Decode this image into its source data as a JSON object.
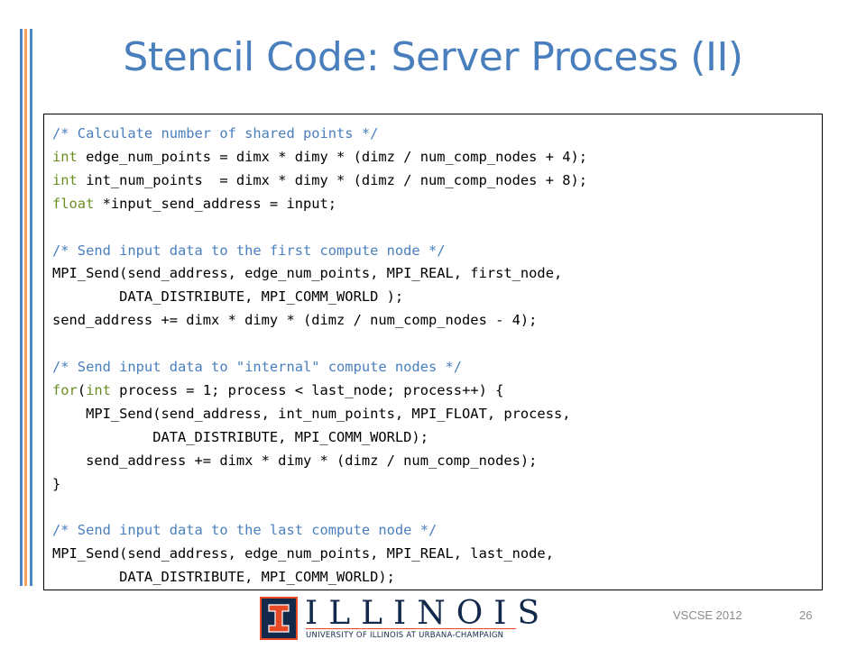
{
  "slide": {
    "title": "Stencil Code: Server Process (II)",
    "code_lines": [
      [
        {
          "t": "/* Calculate number of shared points */",
          "k": "comment"
        }
      ],
      [
        {
          "t": "int",
          "k": "keyword"
        },
        {
          "t": " edge_num_points = dimx * dimy * (dimz / num_comp_nodes + 4);",
          "k": "plain"
        }
      ],
      [
        {
          "t": "int",
          "k": "keyword"
        },
        {
          "t": " int_num_points  = dimx * dimy * (dimz / num_comp_nodes + 8);",
          "k": "plain"
        }
      ],
      [
        {
          "t": "float",
          "k": "keyword"
        },
        {
          "t": " *input_send_address = input;",
          "k": "plain"
        }
      ],
      [],
      [
        {
          "t": "/* Send input data to the first compute node */",
          "k": "comment"
        }
      ],
      [
        {
          "t": "MPI_Send(send_address, edge_num_points, MPI_REAL, first_node,",
          "k": "plain"
        }
      ],
      [
        {
          "t": "        DATA_DISTRIBUTE, MPI_COMM_WORLD );",
          "k": "plain"
        }
      ],
      [
        {
          "t": "send_address += dimx * dimy * (dimz / num_comp_nodes - 4);",
          "k": "plain"
        }
      ],
      [],
      [
        {
          "t": "/* Send input data to \"internal\" compute nodes */",
          "k": "comment"
        }
      ],
      [
        {
          "t": "for",
          "k": "keyword"
        },
        {
          "t": "(",
          "k": "plain"
        },
        {
          "t": "int",
          "k": "keyword"
        },
        {
          "t": " process = 1; process < last_node; process++) {",
          "k": "plain"
        }
      ],
      [
        {
          "t": "    MPI_Send(send_address, int_num_points, MPI_FLOAT, process,",
          "k": "plain"
        }
      ],
      [
        {
          "t": "            DATA_DISTRIBUTE, MPI_COMM_WORLD);",
          "k": "plain"
        }
      ],
      [
        {
          "t": "    send_address += dimx * dimy * (dimz / num_comp_nodes);",
          "k": "plain"
        }
      ],
      [
        {
          "t": "}",
          "k": "plain"
        }
      ],
      [],
      [
        {
          "t": "/* Send input data to the last compute node */",
          "k": "comment"
        }
      ],
      [
        {
          "t": "MPI_Send(send_address, edge_num_points, MPI_REAL, last_node,",
          "k": "plain"
        }
      ],
      [
        {
          "t": "        DATA_DISTRIBUTE, MPI_COMM_WORLD);",
          "k": "plain"
        }
      ]
    ]
  },
  "footer": {
    "logo_word": "ILLINOIS",
    "logo_subtitle": "UNIVERSITY OF ILLINOIS AT URBANA-CHAMPAIGN",
    "event": "VSCSE 2012",
    "page_number": "26"
  },
  "colors": {
    "accent_blue": "#4a7fbd",
    "accent_orange": "#f4a259",
    "illinois_navy": "#13294b",
    "illinois_orange": "#e84a27",
    "code_keyword": "#6b8e23"
  }
}
